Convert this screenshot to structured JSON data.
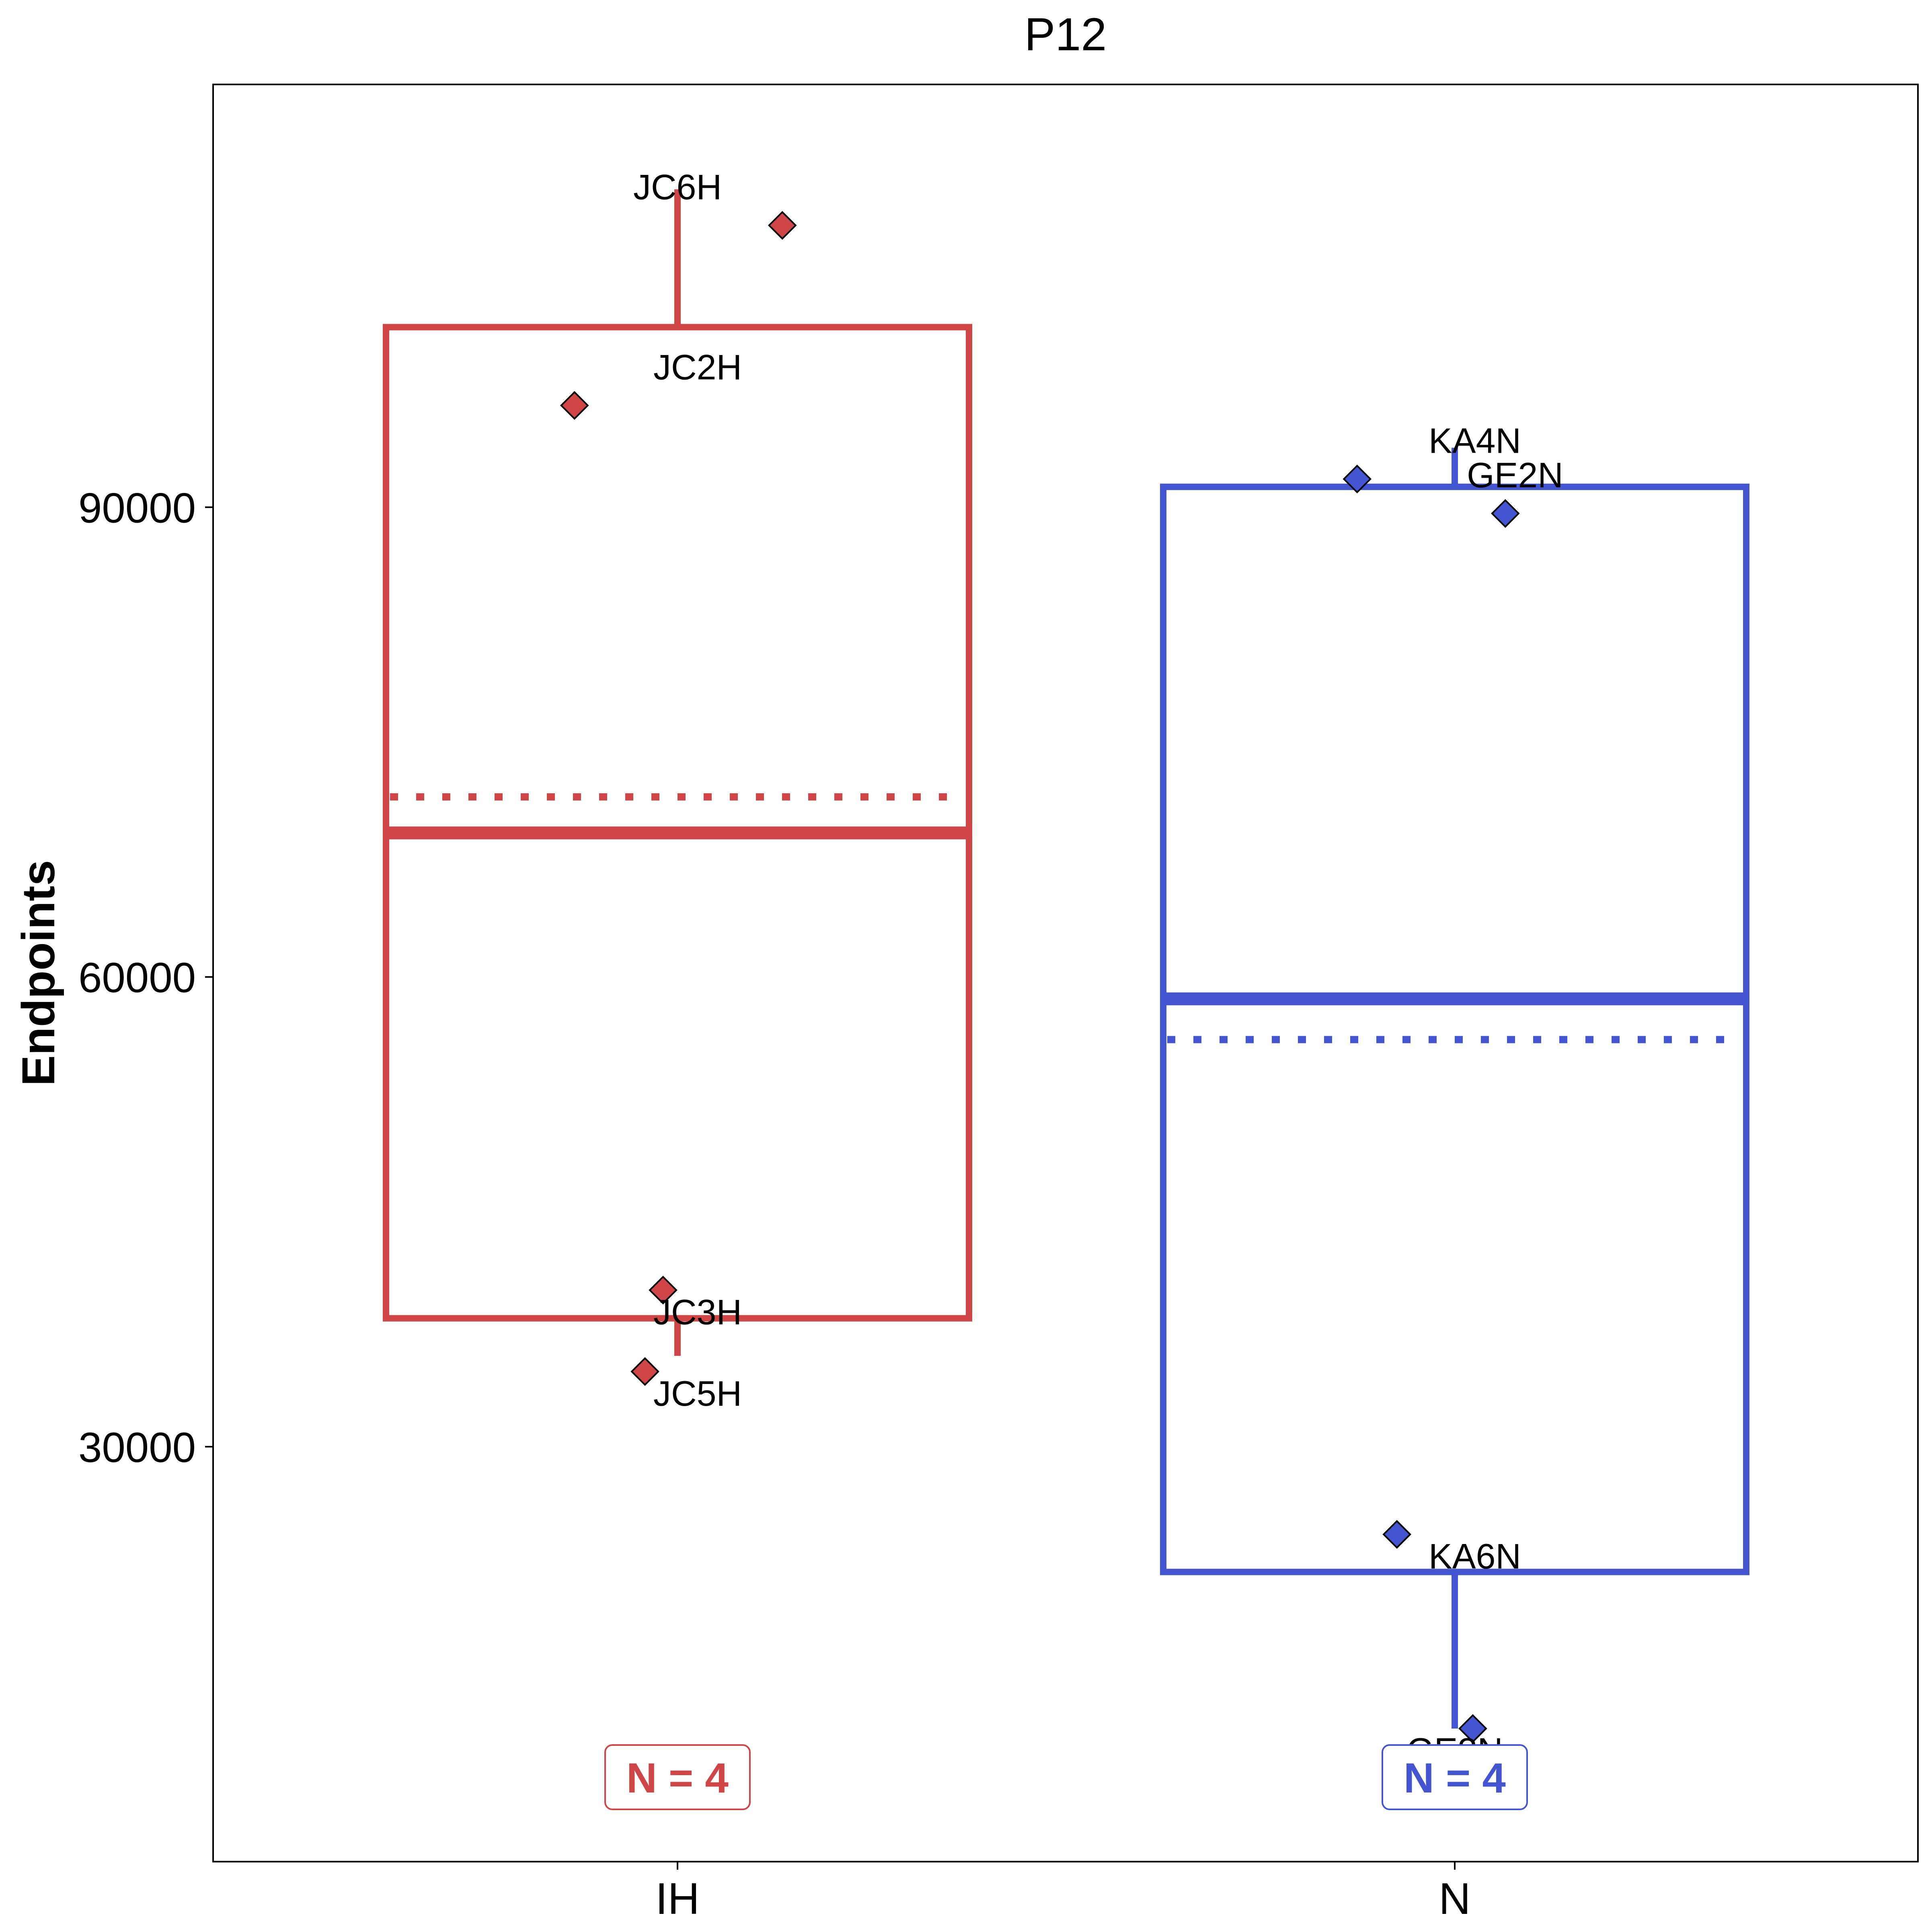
{
  "chart_data": {
    "type": "box",
    "title": "P12",
    "xlabel": "",
    "ylabel": "Endpoints",
    "ylim": [
      3500,
      117000
    ],
    "yticks": [
      30000,
      60000,
      90000
    ],
    "categories": [
      "IH",
      "N"
    ],
    "colors": {
      "IH": "#d04545",
      "N": "#4355d0"
    },
    "grid": false,
    "legend": "none",
    "boxes": [
      {
        "category": "IH",
        "whisker_low": 35800,
        "q1": 38200,
        "median": 69200,
        "mean": 71500,
        "q3": 101500,
        "whisker_high": 110300,
        "n_label": "N = 4",
        "points": [
          {
            "label": "JC6H",
            "value": 108000,
            "jitter": 0.58
          },
          {
            "label": "JC2H",
            "value": 96500,
            "jitter": -0.57
          },
          {
            "label": "JC3H",
            "value": 40000,
            "jitter": -0.08
          },
          {
            "label": "JC5H",
            "value": 34800,
            "jitter": -0.18
          }
        ]
      },
      {
        "category": "N",
        "whisker_low": 12000,
        "q1": 22000,
        "median": 58600,
        "mean": 56000,
        "q3": 91300,
        "whisker_high": 93800,
        "n_label": "N = 4",
        "points": [
          {
            "label": "KA4N",
            "value": 91800,
            "jitter": -0.54
          },
          {
            "label": "GE2N",
            "value": 89600,
            "jitter": 0.28
          },
          {
            "label": "KA6N",
            "value": 24400,
            "jitter": -0.32
          },
          {
            "label": "GE3N",
            "value": 12000,
            "jitter": 0.1
          }
        ]
      }
    ]
  }
}
